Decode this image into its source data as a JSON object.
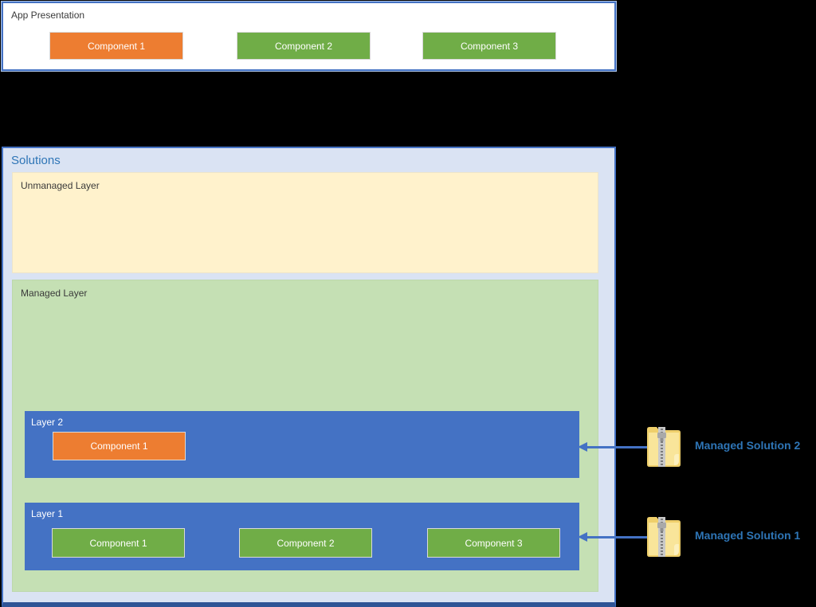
{
  "colors": {
    "canvas_bg": "#000000",
    "border_blue": "#4472C4",
    "border_dark_blue": "#2F5496",
    "component_orange": "#ED7D31",
    "component_green": "#70AD47",
    "solutions_bg": "#DAE3F3",
    "unmanaged_bg": "#FFF2CC",
    "managed_bg": "#C5E0B4",
    "layer_blue": "#4472C4",
    "label_blue": "#2E75B6"
  },
  "app_presentation": {
    "title": "App Presentation",
    "components": [
      {
        "label": "Component 1",
        "color": "orange"
      },
      {
        "label": "Component 2",
        "color": "green"
      },
      {
        "label": "Component 3",
        "color": "green"
      }
    ]
  },
  "solutions": {
    "title": "Solutions",
    "unmanaged_layer": {
      "title": "Unmanaged Layer"
    },
    "managed_layer": {
      "title": "Managed Layer",
      "layers": [
        {
          "title": "Layer 2",
          "components": [
            {
              "label": "Component 1",
              "color": "orange"
            }
          ]
        },
        {
          "title": "Layer 1",
          "components": [
            {
              "label": "Component 1",
              "color": "green"
            },
            {
              "label": "Component 2",
              "color": "green"
            },
            {
              "label": "Component 3",
              "color": "green"
            }
          ]
        }
      ]
    }
  },
  "annotations": [
    {
      "label": "Managed Solution 2",
      "icon": "zip-folder-icon",
      "points_to": "Layer 2"
    },
    {
      "label": "Managed Solution 1",
      "icon": "zip-folder-icon",
      "points_to": "Layer 1"
    }
  ]
}
